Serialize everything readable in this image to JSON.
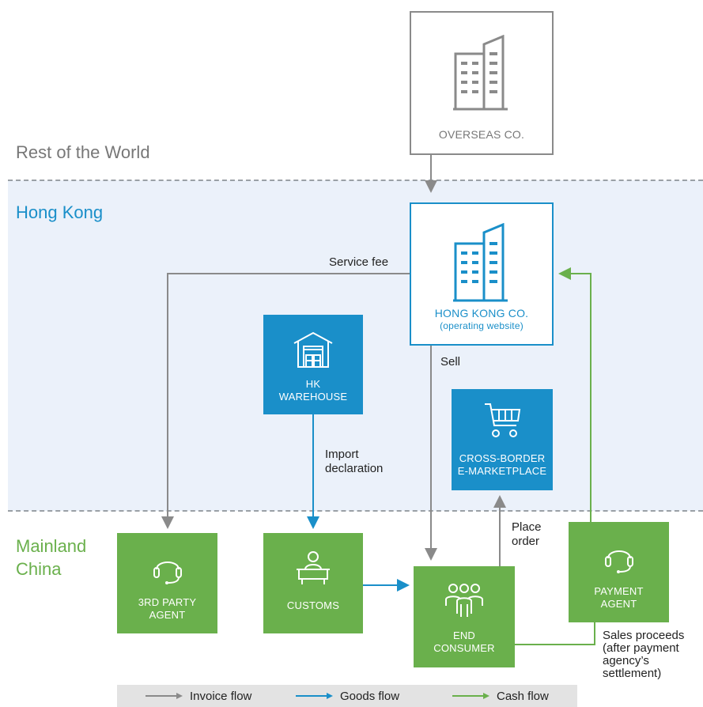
{
  "regions": {
    "rest_of_world": "Rest of the World",
    "hong_kong": "Hong Kong",
    "mainland_china_line1": "Mainland",
    "mainland_china_line2": "China"
  },
  "nodes": {
    "overseas": {
      "label": "OVERSEAS CO.",
      "icon": "building-icon"
    },
    "hk_co": {
      "label": "HONG KONG CO.",
      "sublabel": "(operating website)",
      "icon": "building-icon"
    },
    "hk_warehouse": {
      "label_line1": "HK",
      "label_line2": "WAREHOUSE",
      "icon": "warehouse-icon"
    },
    "marketplace": {
      "label_line1": "CROSS-BORDER",
      "label_line2": "E-MARKETPLACE",
      "icon": "shopping-cart-icon"
    },
    "third_party_agent": {
      "label_line1": "3RD PARTY",
      "label_line2": "AGENT",
      "icon": "headset-icon"
    },
    "customs": {
      "label": "CUSTOMS",
      "icon": "customs-officer-icon"
    },
    "end_consumer": {
      "label_line1": "END",
      "label_line2": "CONSUMER",
      "icon": "people-group-icon"
    },
    "payment_agent": {
      "label_line1": "PAYMENT",
      "label_line2": "AGENT",
      "icon": "headset-icon"
    }
  },
  "flow_labels": {
    "service_fee": "Service fee",
    "sell": "Sell",
    "import_declaration_line1": "Import",
    "import_declaration_line2": "declaration",
    "place_order_line1": "Place",
    "place_order_line2": "order",
    "sales_proceeds_line1": "Sales proceeds",
    "sales_proceeds_line2": "(after payment",
    "sales_proceeds_line3": "agency’s",
    "sales_proceeds_line4": "settlement)"
  },
  "legend": {
    "invoice": "Invoice flow",
    "goods": "Goods flow",
    "cash": "Cash flow"
  },
  "colors": {
    "grey": "#8a8a8a",
    "blue": "#1a8fc9",
    "green": "#6ab04c",
    "hk_band": "#ebf1fa"
  }
}
